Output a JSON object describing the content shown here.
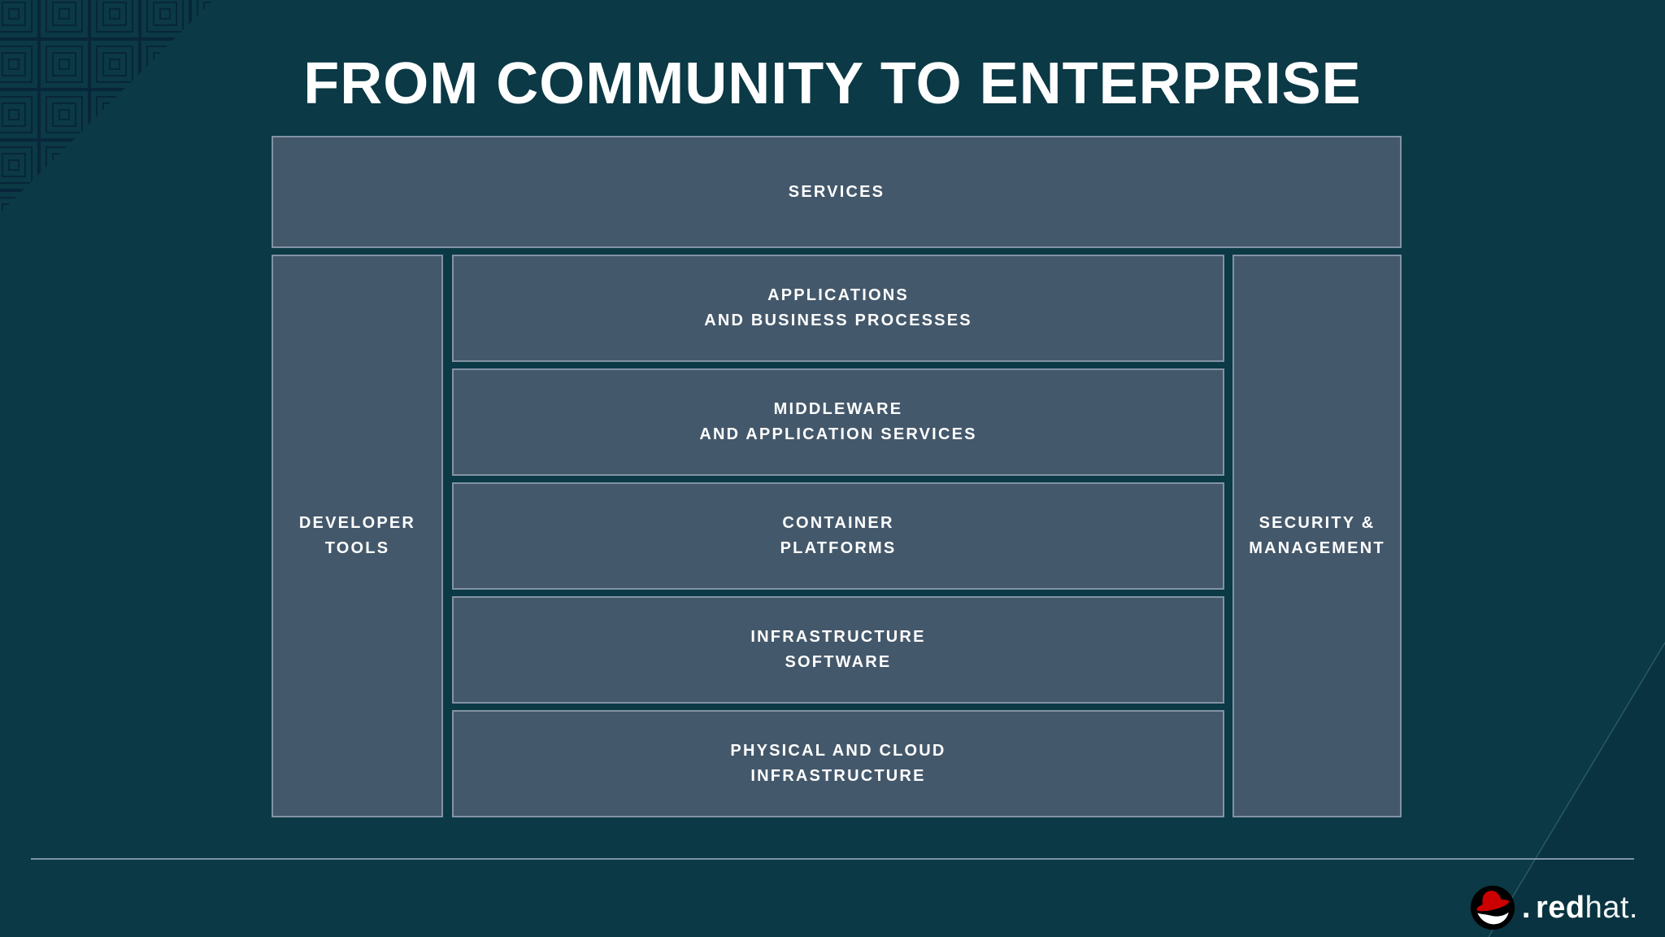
{
  "slide": {
    "title": "FROM COMMUNITY TO ENTERPRISE"
  },
  "diagram": {
    "services_label": "SERVICES",
    "left_column_label": "DEVELOPER\nTOOLS",
    "right_column_label": "SECURITY &\nMANAGEMENT",
    "layers": [
      {
        "label": "APPLICATIONS\nAND BUSINESS PROCESSES"
      },
      {
        "label": "MIDDLEWARE\nAND APPLICATION SERVICES"
      },
      {
        "label": "CONTAINER\nPLATFORMS"
      },
      {
        "label": "INFRASTRUCTURE\nSOFTWARE"
      },
      {
        "label": "PHYSICAL AND CLOUD\nINFRASTRUCTURE"
      }
    ]
  },
  "footer": {
    "brand_dot": ".",
    "brand_bold": "red",
    "brand_light": "hat."
  },
  "colors": {
    "background": "#0b3945",
    "box_fill": "#44586b",
    "box_border": "#8293a3",
    "text": "#ffffff",
    "divider": "#7e95a4",
    "pattern_line": "#08263a",
    "corner_shade": "#093340",
    "redhat_red": "#cc0000",
    "logo_black": "#000000"
  }
}
